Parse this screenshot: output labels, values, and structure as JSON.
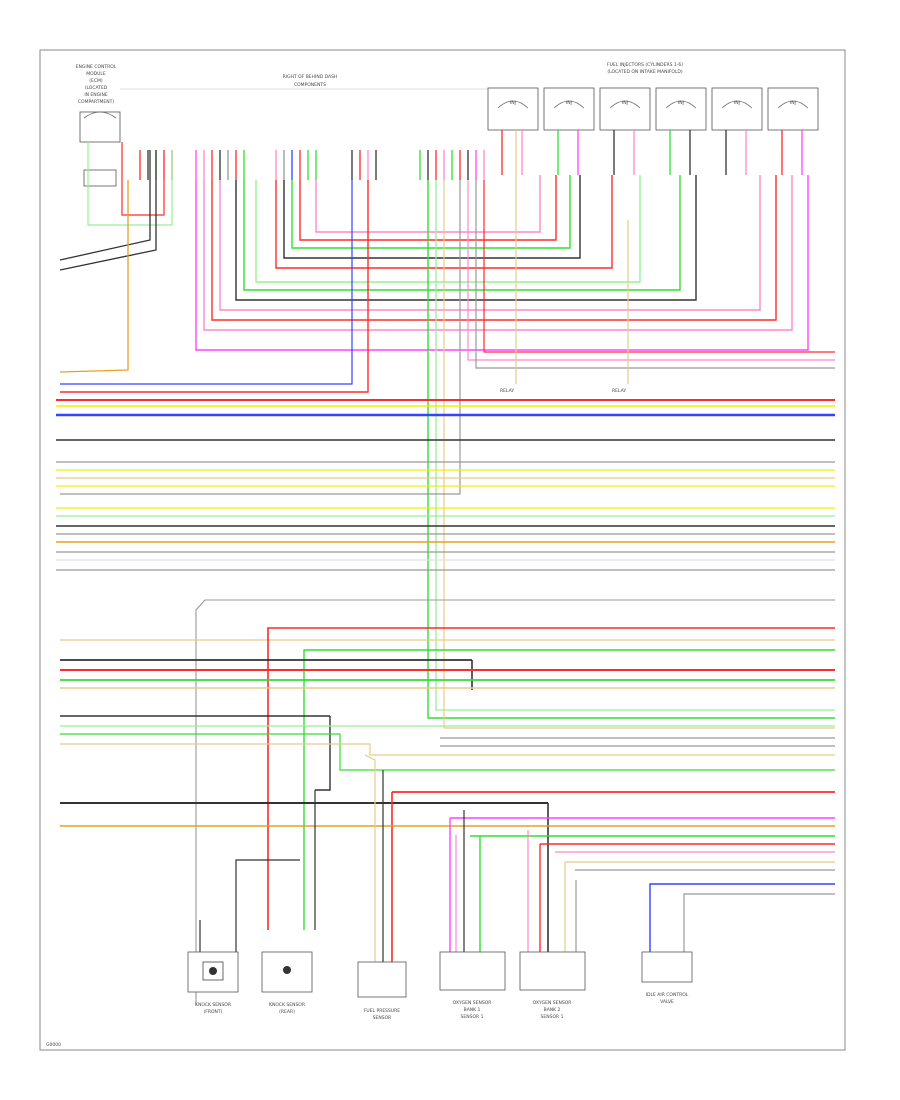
{
  "diagram": {
    "header_left": [
      "ENGINE CONTROL",
      "MODULE",
      "(ECM)",
      "(LOCATED",
      "IN ENGINE",
      "COMPARTMENT)"
    ],
    "header_center": [
      "RIGHT OF BEHIND DASH",
      "COMPONENTS"
    ],
    "header_right": [
      "FUEL INJECTORS (CYLINDERS 1-6)",
      "(LOCATED ON INTAKE MANIFOLD)"
    ],
    "injector_label": "INJ",
    "splice_labels": [
      "RELAY",
      "RELAY"
    ],
    "bottom_components": [
      [
        "KNOCK SENSOR",
        "(FRONT)"
      ],
      [
        "KNOCK SENSOR",
        "(REAR)"
      ],
      [
        "FUEL PRESSURE",
        "SENSOR"
      ],
      [
        "OXYGEN SENSOR",
        "BANK 1",
        "SENSOR 1"
      ],
      [
        "OXYGEN SENSOR",
        "BANK 2",
        "SENSOR 1"
      ],
      [
        "IDLE AIR CONTROL",
        "VALVE"
      ]
    ],
    "footer_code": "G0000"
  },
  "colors": {
    "red": "#ff2a2a",
    "pink": "#ff88cc",
    "magenta": "#ff44ff",
    "green": "#33dd33",
    "light_green": "#99ee99",
    "black": "#333333",
    "gray": "#999999",
    "yellow": "#f2f000",
    "blue": "#3344ff",
    "orange": "#e6a020",
    "tan": "#e8cc88",
    "white": "#e0e0e0"
  }
}
